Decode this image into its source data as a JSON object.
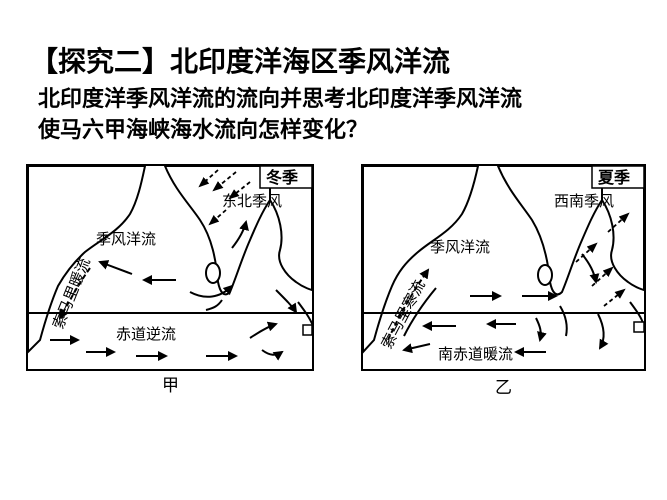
{
  "title": "【探究二】北印度洋海区季风洋流",
  "question_lines": [
    "北印度洋季风洋流的流向并思考北印度洋季风洋流",
    "使马六甲海峡海水流向怎样变化？"
  ],
  "maps": [
    {
      "season": "冬季",
      "wind": "东北季风",
      "monsoon_current": "季风洋流",
      "coastal_current": "索马里暖流",
      "equatorial_current": "赤道逆流",
      "caption": "甲"
    },
    {
      "season": "夏季",
      "wind": "西南季风",
      "monsoon_current": "季风洋流",
      "coastal_current": "索马里寒流",
      "equatorial_current": "南赤道暖流",
      "caption": "乙"
    }
  ]
}
